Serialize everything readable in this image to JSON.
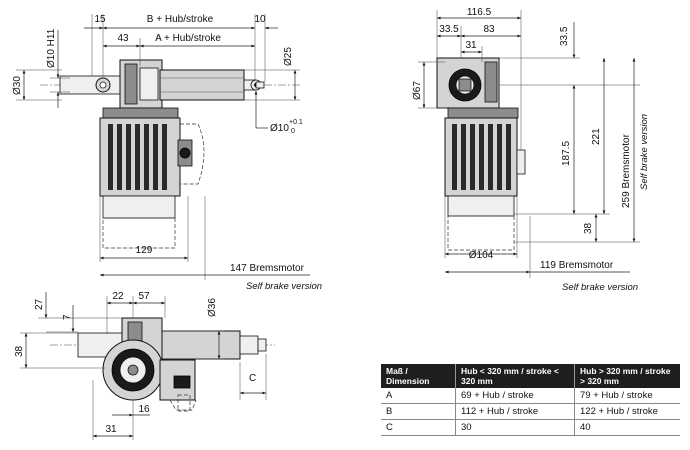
{
  "front_view": {
    "dim_b_hub_stroke": "B + Hub/stroke",
    "dim_15": "15",
    "dim_10_top": "10",
    "dim_43": "43",
    "dim_a_hub_stroke": "A + Hub/stroke",
    "dim_d10_h11": "Ø10 H11",
    "dim_d30": "Ø30",
    "dim_d25": "Ø25",
    "dim_d10_tol": "Ø10",
    "dim_tol_plus": "+0.1",
    "dim_tol_zero": "0",
    "dim_129": "129",
    "brake_motor_label": "147 Bremsmotor",
    "self_brake_label": "Self brake version"
  },
  "side_view": {
    "dim_116_5": "116.5",
    "dim_33_5_h": "33.5",
    "dim_83": "83",
    "dim_31": "31",
    "dim_33_5_v": "33.5",
    "dim_d67": "Ø67",
    "dim_187_5": "187.5",
    "dim_221": "221",
    "dim_259_brake": "259 Bremsmotor",
    "self_brake_vertical": "Self brake version",
    "dim_38": "38",
    "dim_d104": "Ø104",
    "brake_motor_label": "119 Bremsmotor",
    "self_brake_label": "Self brake version"
  },
  "top_view": {
    "dim_27": "27",
    "dim_7": "7",
    "dim_22": "22",
    "dim_57": "57",
    "dim_d36": "Ø36",
    "dim_38": "38",
    "dim_c": "C",
    "dim_16": "16",
    "dim_31": "31"
  },
  "table": {
    "headers": [
      "Maß / Dimension",
      "Hub < 320 mm / stroke < 320 mm",
      "Hub > 320 mm / stroke > 320 mm"
    ],
    "rows": [
      [
        "A",
        "69 + Hub / stroke",
        "79 + Hub / stroke"
      ],
      [
        "B",
        "112 + Hub / stroke",
        "122 + Hub / stroke"
      ],
      [
        "C",
        "30",
        "40"
      ]
    ]
  }
}
